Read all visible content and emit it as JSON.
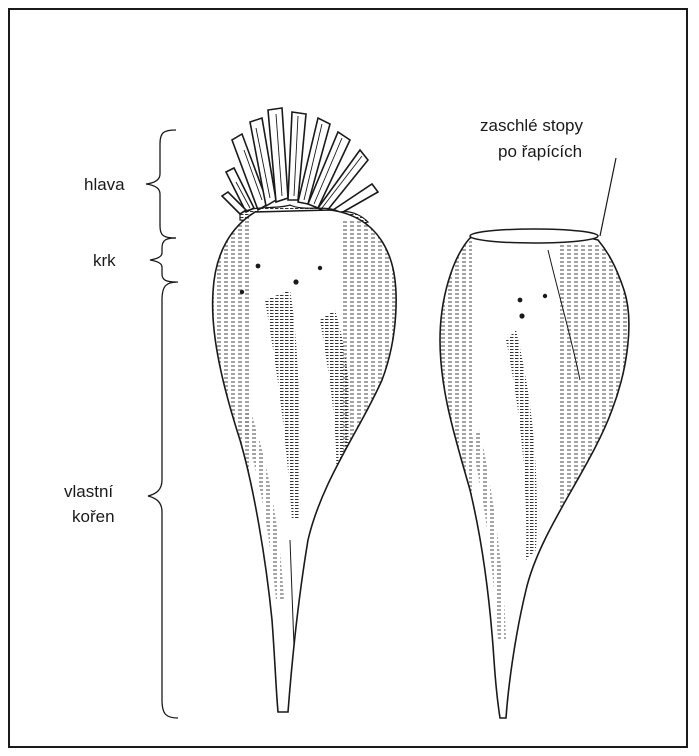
{
  "labels": {
    "hlava": "hlava",
    "krk": "krk",
    "vlastni_line1": "vlastní",
    "vlastni_line2": "kořen",
    "zaschle_line1": "zaschlé stopy",
    "zaschle_line2": "po řapících"
  },
  "colors": {
    "ink": "#1a1a1a",
    "paper": "#ffffff"
  }
}
